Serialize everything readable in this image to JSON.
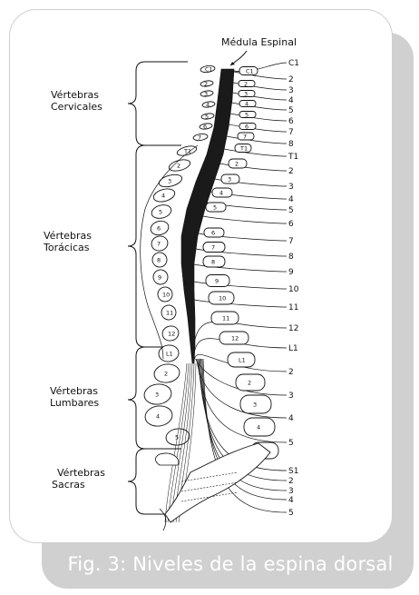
{
  "figure": {
    "spinal_cord_label": "Médula Espinal",
    "caption": "Fig. 3: Niveles de la espina dorsal"
  },
  "regions": [
    {
      "line1": "Vértebras",
      "line2": "Cervicales"
    },
    {
      "line1": "Vértebras",
      "line2": "Torácicas"
    },
    {
      "line1": "Vértebras",
      "line2": "Lumbares"
    },
    {
      "line1": "Vértebras",
      "line2": "Sacras"
    }
  ],
  "nerve_levels": [
    "C1",
    "2",
    "3",
    "4",
    "5",
    "6",
    "7",
    "8",
    "T1",
    "2",
    "3",
    "4",
    "5",
    "6",
    "7",
    "8",
    "9",
    "10",
    "11",
    "12",
    "L1",
    "2",
    "3",
    "4",
    "5",
    "S1",
    "2",
    "3",
    "4",
    "5"
  ],
  "vertebra_labels": [
    "C1",
    "2",
    "3",
    "4",
    "5",
    "6",
    "7",
    "T1",
    "2",
    "3",
    "4",
    "5",
    "6",
    "7",
    "8",
    "9",
    "10",
    "11",
    "12",
    "L1",
    "2",
    "3",
    "4",
    "5"
  ],
  "nerve_vertebra_labels": [
    "C1",
    "2",
    "3",
    "4",
    "5",
    "6",
    "7",
    "T1",
    "2",
    "3",
    "4",
    "5",
    "6",
    "7",
    "8",
    "9",
    "10",
    "11",
    "12",
    "L1",
    "2",
    "3",
    "4",
    "5"
  ],
  "colors": {
    "cord": "#1a1a1a",
    "ink": "#111111",
    "shadow": "#d0d0d0",
    "caption_text": "#ffffff"
  }
}
